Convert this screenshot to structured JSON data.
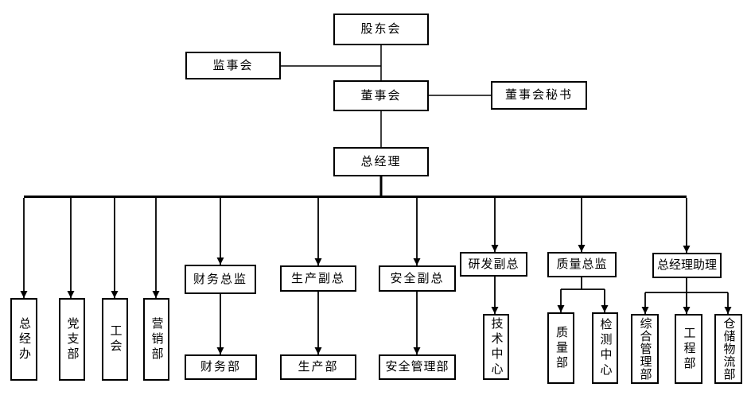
{
  "diagram": {
    "type": "org-chart",
    "colors": {
      "line": "#000000",
      "box_border": "#000000",
      "background": "#ffffff",
      "text": "#000000"
    },
    "nodes": {
      "shareholders": {
        "label": "股东会"
      },
      "supervisory": {
        "label": "监事会"
      },
      "board": {
        "label": "董事会"
      },
      "board_secretary": {
        "label": "董事会秘书"
      },
      "general_manager": {
        "label": "总经理"
      },
      "gm_office": {
        "label": "总经办"
      },
      "party_branch": {
        "label": "党支部"
      },
      "labor_union": {
        "label": "工会"
      },
      "marketing": {
        "label": "营销部"
      },
      "cfo": {
        "label": "财务总监"
      },
      "finance": {
        "label": "财务部"
      },
      "production_vp": {
        "label": "生产副总"
      },
      "production": {
        "label": "生产部"
      },
      "safety_vp": {
        "label": "安全副总"
      },
      "safety_mgmt": {
        "label": "安全管理部"
      },
      "rd_vp": {
        "label": "研发副总"
      },
      "tech_center": {
        "label": "技术中心"
      },
      "quality_director": {
        "label": "质量总监"
      },
      "quality": {
        "label": "质量部"
      },
      "testing_center": {
        "label": "检测中心"
      },
      "gm_assistant": {
        "label": "总经理助理"
      },
      "general_admin": {
        "label": "综合管理部"
      },
      "engineering": {
        "label": "工程部"
      },
      "warehouse_logistics": {
        "label": "仓储物流部"
      }
    },
    "edges": [
      {
        "from": "shareholders",
        "to": "board",
        "arrow": false
      },
      {
        "from": "board",
        "to": "supervisory",
        "arrow": false
      },
      {
        "from": "board",
        "to": "board_secretary",
        "arrow": false
      },
      {
        "from": "board",
        "to": "general_manager",
        "arrow": false
      },
      {
        "from": "general_manager",
        "to": "gm_office",
        "arrow": true
      },
      {
        "from": "general_manager",
        "to": "party_branch",
        "arrow": true
      },
      {
        "from": "general_manager",
        "to": "labor_union",
        "arrow": true
      },
      {
        "from": "general_manager",
        "to": "marketing",
        "arrow": true
      },
      {
        "from": "general_manager",
        "to": "cfo",
        "arrow": true
      },
      {
        "from": "general_manager",
        "to": "production_vp",
        "arrow": true
      },
      {
        "from": "general_manager",
        "to": "safety_vp",
        "arrow": true
      },
      {
        "from": "general_manager",
        "to": "rd_vp",
        "arrow": true
      },
      {
        "from": "general_manager",
        "to": "quality_director",
        "arrow": true
      },
      {
        "from": "general_manager",
        "to": "gm_assistant",
        "arrow": true
      },
      {
        "from": "cfo",
        "to": "finance",
        "arrow": true
      },
      {
        "from": "production_vp",
        "to": "production",
        "arrow": true
      },
      {
        "from": "safety_vp",
        "to": "safety_mgmt",
        "arrow": true
      },
      {
        "from": "rd_vp",
        "to": "tech_center",
        "arrow": true
      },
      {
        "from": "quality_director",
        "to": "quality",
        "arrow": true
      },
      {
        "from": "quality_director",
        "to": "testing_center",
        "arrow": true
      },
      {
        "from": "gm_assistant",
        "to": "general_admin",
        "arrow": true
      },
      {
        "from": "gm_assistant",
        "to": "engineering",
        "arrow": true
      },
      {
        "from": "gm_assistant",
        "to": "warehouse_logistics",
        "arrow": true
      }
    ]
  }
}
